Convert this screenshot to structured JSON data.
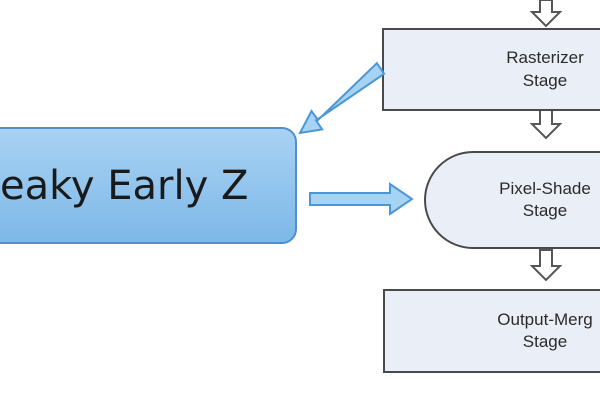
{
  "diagram": {
    "callout": {
      "text": "eaky Early Z"
    },
    "stages": [
      {
        "id": "rasterizer",
        "text": "Rasterizer\nStage"
      },
      {
        "id": "pixel-shader",
        "text": "Pixel-Shade\nStage"
      },
      {
        "id": "output-merger",
        "text": "Output-Merg\nStage"
      }
    ],
    "colors": {
      "callout_fill_top": "#a9d2f3",
      "callout_fill_bottom": "#7db8e8",
      "callout_border": "#4f8fcf",
      "stage_fill": "#e9eef7",
      "stage_border": "#4a4a4a",
      "blue_arrow_fill": "#a6d3f2",
      "blue_arrow_border": "#4b97d6",
      "pipe_arrow_fill": "#ffffff",
      "pipe_arrow_border": "#555555"
    }
  }
}
